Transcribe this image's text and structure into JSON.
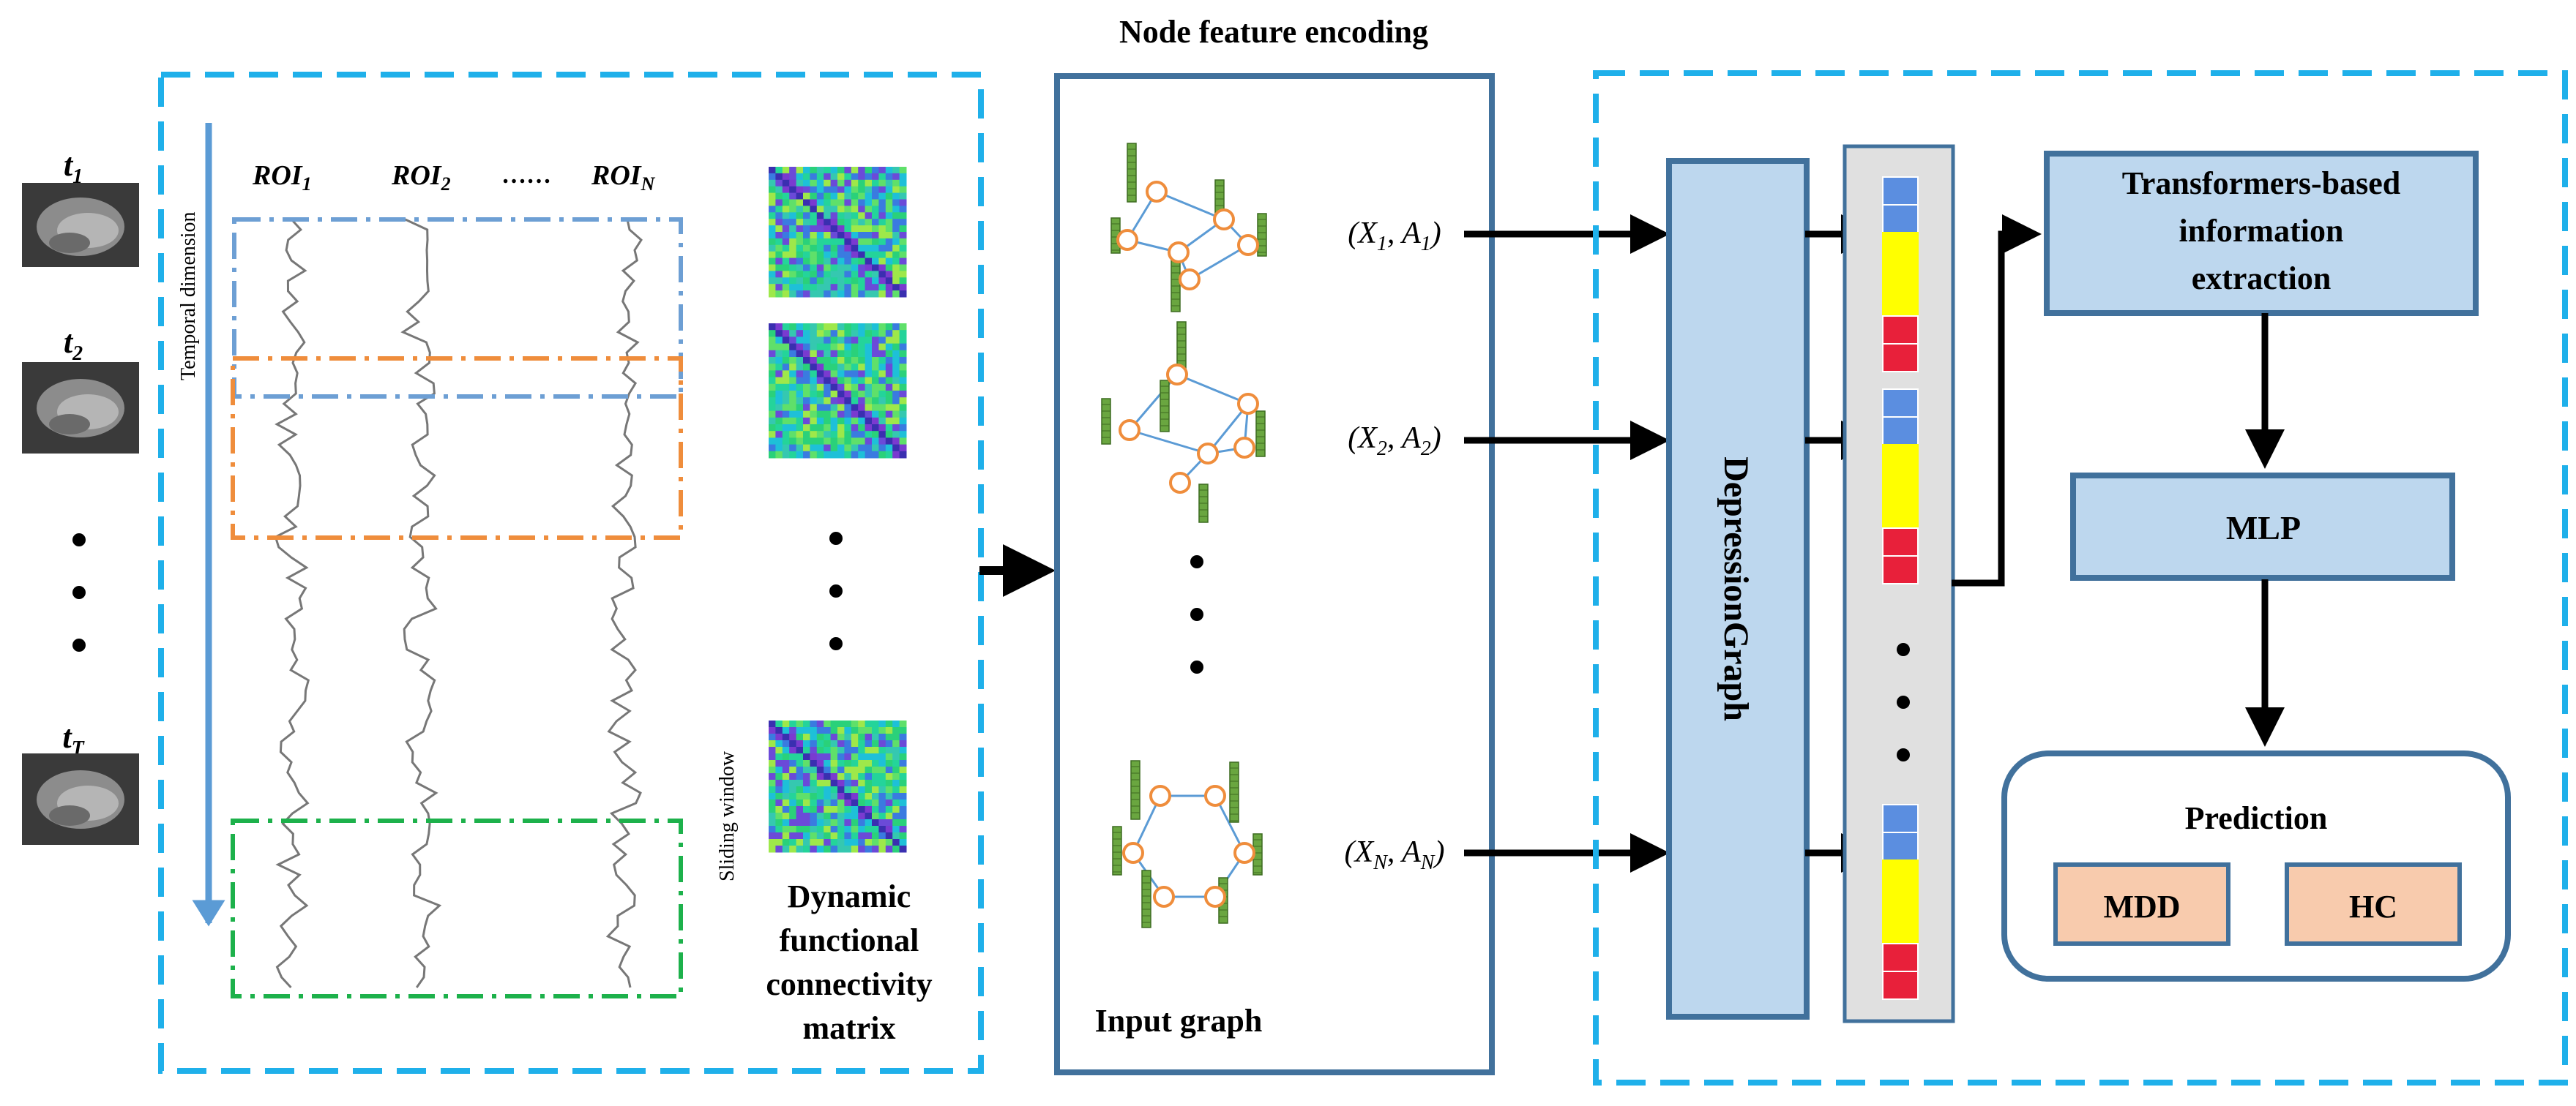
{
  "header": {
    "node_feature_encoding": "Node feature encoding"
  },
  "time_points": [
    {
      "base": "t",
      "sub": "1"
    },
    {
      "base": "t",
      "sub": "2"
    },
    {
      "base": "t",
      "sub": "T"
    }
  ],
  "temporal_dimension": "Temporal dimension",
  "roi_labels": [
    {
      "base": "ROI",
      "sub": "1"
    },
    {
      "base": "ROI",
      "sub": "2"
    },
    {
      "base": "ROI",
      "sub": "N"
    }
  ],
  "roi_ellipsis": "……",
  "sliding_window": "Sliding window",
  "dfc_caption": [
    "Dynamic",
    "functional",
    "connectivity",
    "matrix"
  ],
  "input_graph": "Input graph",
  "graph_tuples": [
    {
      "x_sub": "1",
      "a_sub": "1"
    },
    {
      "x_sub": "2",
      "a_sub": "2"
    },
    {
      "x_sub": "N",
      "a_sub": "N"
    }
  ],
  "depression_graph": "DepressionGraph",
  "transformer_box": [
    "Transformers-based",
    "information",
    "extraction"
  ],
  "mlp": "MLP",
  "prediction": {
    "title": "Prediction",
    "classes": [
      "MDD",
      "HC"
    ]
  },
  "colors": {
    "dashed_border": "#1fb0ea",
    "box_border": "#41719c",
    "box_fill": "#bdd7ee",
    "class_fill": "#f8cbad",
    "embed_blue": "#5b8ee0",
    "embed_yellow": "#ffff00",
    "embed_red": "#e8203a",
    "window_blue": "#6d9fd4",
    "window_orange": "#ef8d3c",
    "window_green": "#1db14b",
    "temporal_arrow": "#5b9bd5",
    "node_orange": "#ef8d3c",
    "edge_blue": "#5b9bd5",
    "feature_green": "#6aa640"
  }
}
